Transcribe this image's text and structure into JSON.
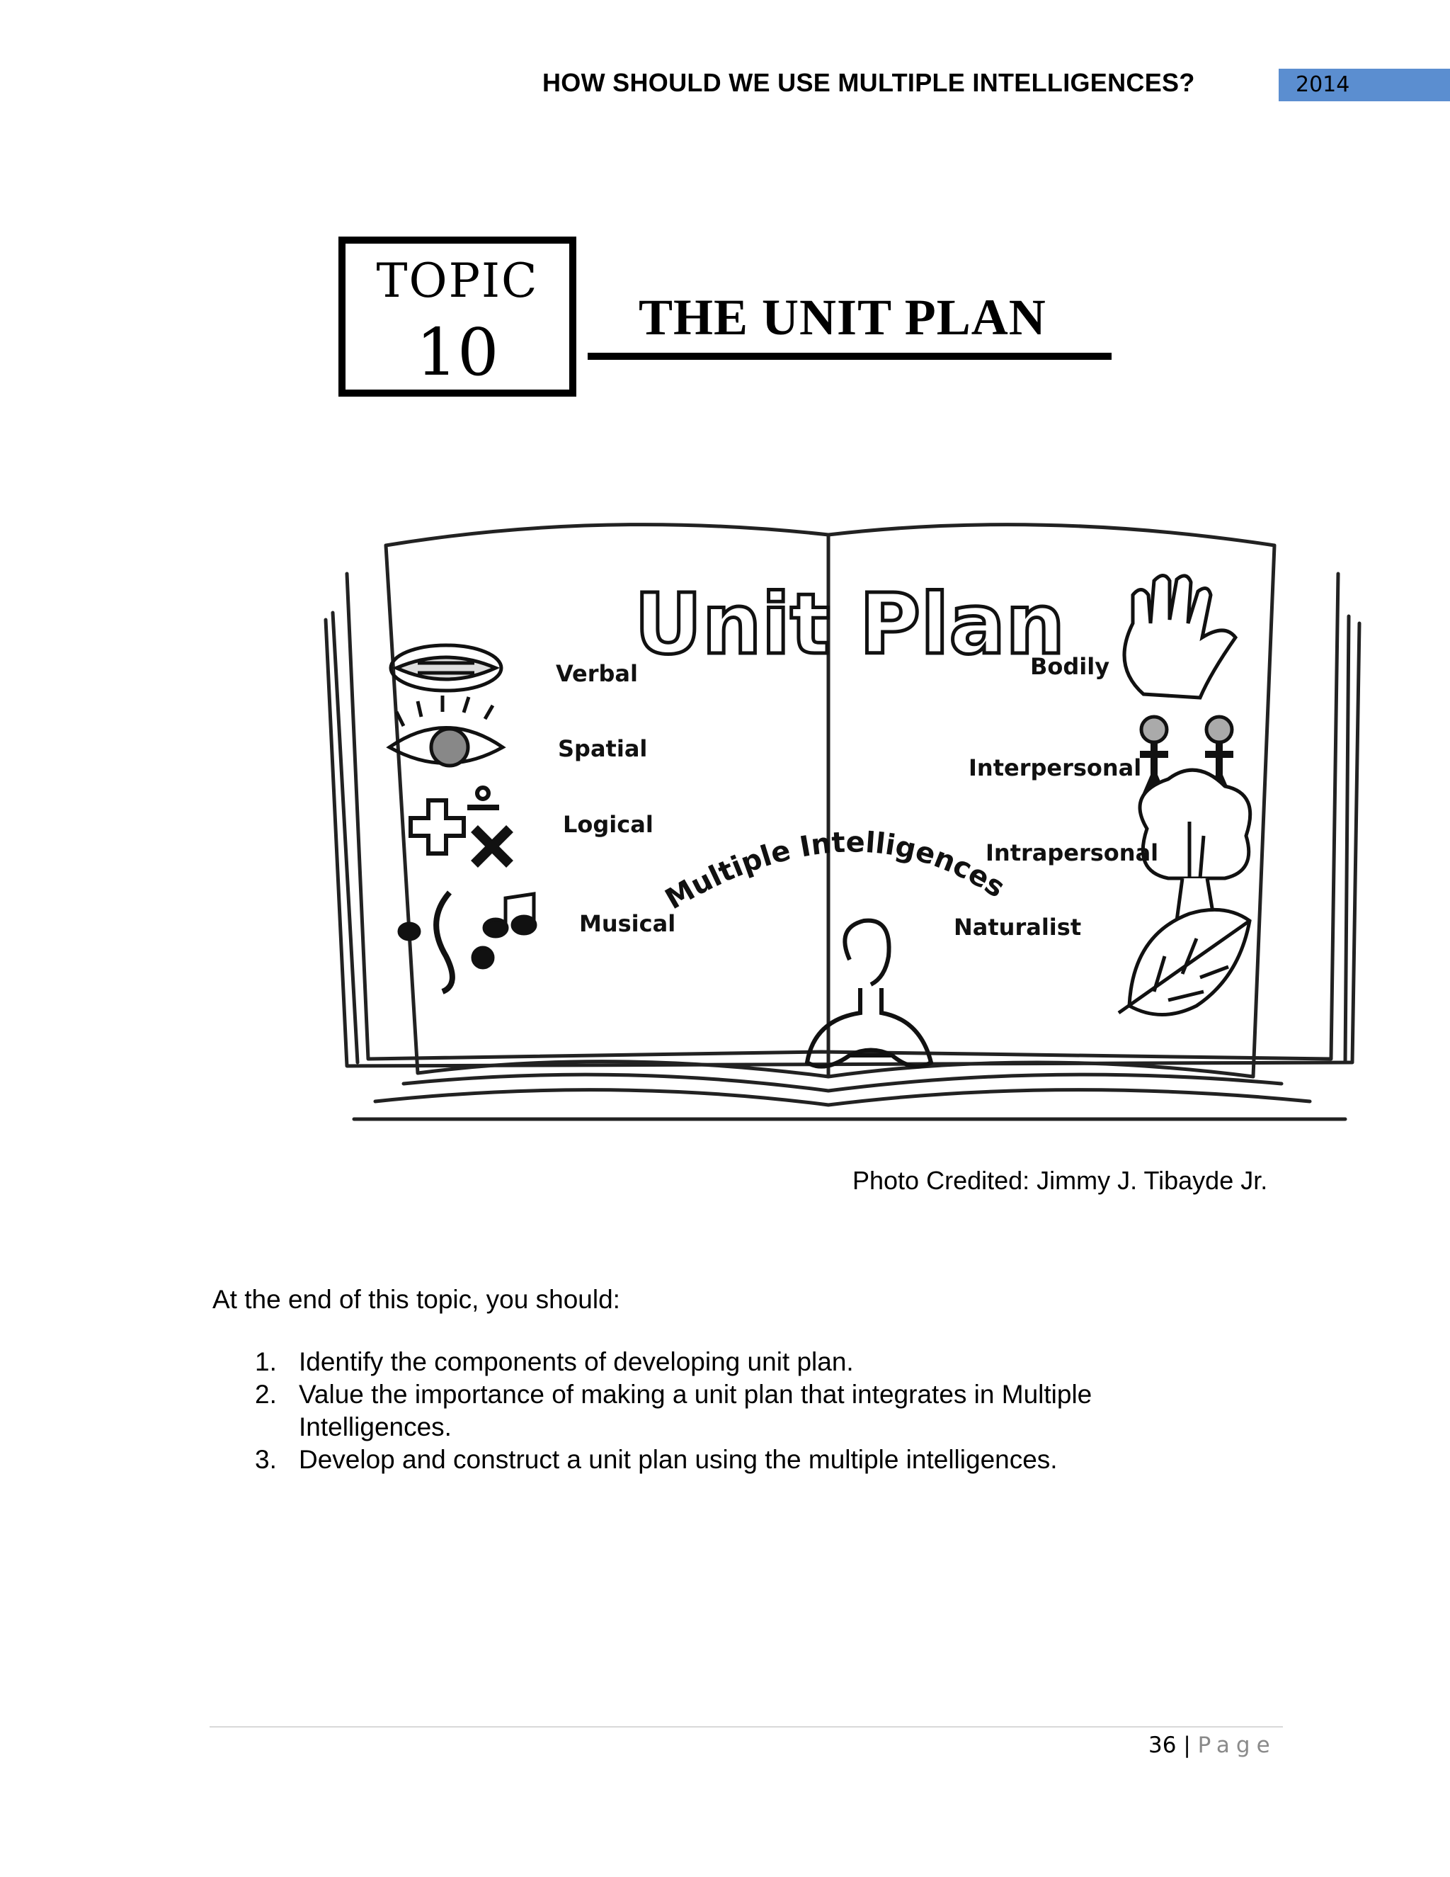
{
  "header": {
    "title": "HOW SHOULD WE USE MULTIPLE INTELLIGENCES?",
    "year": "2014"
  },
  "topic": {
    "word": "TOPIC",
    "number": "10",
    "title": "THE UNIT PLAN"
  },
  "illustration": {
    "heading": "Unit Plan",
    "arc_text": "Multiple Intelligences",
    "left_labels": [
      "Verbal",
      "Spatial",
      "Logical",
      "Musical"
    ],
    "right_labels": [
      "Bodily",
      "Interpersonal",
      "Intrapersonal",
      "Naturalist"
    ]
  },
  "photo_credit": "Photo Credited: Jimmy J. Tibayde Jr.",
  "intro": "At the end of this topic, you should:",
  "objectives": [
    {
      "num": "1.",
      "text": "Identify the components of developing unit plan."
    },
    {
      "num": "2.",
      "text": "Value the importance of making a unit plan that integrates in Multiple Intelligences."
    },
    {
      "num": "3.",
      "text": "Develop and construct a unit plan using the multiple intelligences."
    }
  ],
  "footer": {
    "page_number": "36",
    "separator": "|",
    "page_word": "Page"
  }
}
